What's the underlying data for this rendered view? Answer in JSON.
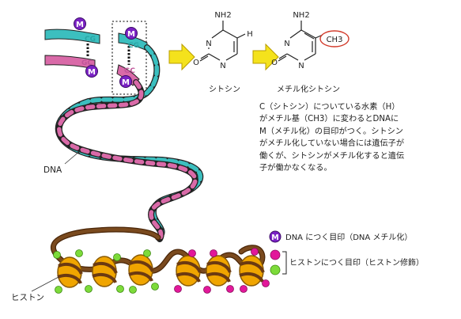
{
  "colors": {
    "teal": "#3cbfbf",
    "pink": "#d96aa8",
    "methyl": "#7a22c4",
    "histone_core": "#f0a500",
    "histone_outline": "#b07a10",
    "chromatin": "#6b3a12",
    "mark_magenta": "#e2189a",
    "mark_green": "#7ddb3a",
    "arrow": "#f4e21c",
    "ch3_circle": "#d23a2a"
  },
  "icons": {
    "methyl_mark": "circle-letter-m",
    "step_arrow": "right-arrow"
  },
  "dna_closeup": {
    "methyl_letter": "M",
    "base_c_top_left": "CG",
    "base_c_top_right": "CG",
    "base_g_bottom_left": "GC",
    "base_g_bottom_right": "GC"
  },
  "cytosine": {
    "label": "シトシン",
    "nh2": "NH2",
    "h": "H",
    "n1": "N",
    "n2": "N",
    "o": "O"
  },
  "methylcytosine": {
    "label": "メチル化シトシン",
    "nh2": "NH2",
    "ch3": "CH3",
    "n1": "N",
    "n2": "N",
    "o": "O"
  },
  "description": {
    "lines": [
      "C（シトシン）についている水素（H）",
      "がメチル基（CH3）に変わるとDNAに",
      "M（メチル化）の目印がつく。シトシン",
      "がメチル化していない場合には遺伝子が",
      "働くが、シトシンがメチル化すると遺伝",
      "子が働かなくなる。"
    ]
  },
  "labels": {
    "dna": "DNA",
    "histone": "ヒストン"
  },
  "legend": {
    "methyl_mark_letter": "M",
    "dna_mark": "DNA につく目印（DNA メチル化）",
    "histone_mark": "ヒストンにつく目印（ヒストン修飾）"
  }
}
